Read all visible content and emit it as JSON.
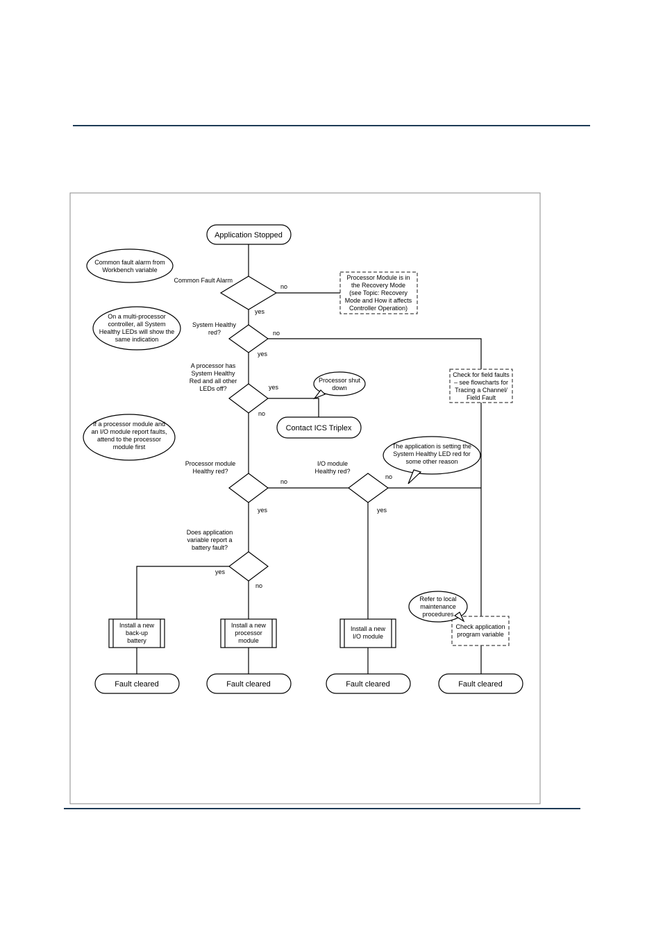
{
  "flowchart": {
    "terminals": {
      "start": "Application Stopped",
      "contact": "Contact ICS Triplex",
      "cleared": "Fault cleared"
    },
    "decisions": {
      "common_fault_alarm": "Common Fault Alarm",
      "system_healthy": [
        "System Healthy",
        "red?"
      ],
      "processor_led": [
        "A processor has",
        "System Healthy",
        "Red and all other",
        "LEDs off?"
      ],
      "processor_module": [
        "Processor module",
        "Healthy red?"
      ],
      "io_module": [
        "I/O module",
        "Healthy red?"
      ],
      "battery": [
        "Does application",
        "variable report a",
        "battery fault?"
      ]
    },
    "branch_labels": {
      "yes": "yes",
      "no": "no"
    },
    "processes": {
      "battery": [
        "Install a new",
        "back-up",
        "battery"
      ],
      "processor": [
        "Install a new",
        "processor",
        "module"
      ],
      "io": [
        "Install a new",
        "I/O module"
      ]
    },
    "dashed_boxes": {
      "recovery": [
        "Processor Module is in",
        "the Recovery Mode",
        "(see Topic: Recovery",
        "Mode and How it affects",
        "Controller Operation)"
      ],
      "field_faults": [
        "Check for field faults",
        "– see flowcharts for",
        "Tracing a Channel/",
        "Field Fault"
      ],
      "app_variable": [
        "Check application",
        "program variable"
      ]
    },
    "notes": {
      "common_fault": [
        "Common fault alarm from",
        "Workbench variable"
      ],
      "multi_processor": [
        "On a multi-processor",
        "controller, all System",
        "Healthy LEDs will show the",
        "same indication"
      ],
      "processor_shutdown": [
        "Processor shut",
        "down"
      ],
      "processor_first": [
        "If a processor module and",
        "an I/O module report faults,",
        "attend to the processor",
        "module first"
      ],
      "app_setting": [
        "The application is setting the",
        "System Healthy LED red for",
        "some other reason"
      ],
      "maintenance": [
        "Refer to local",
        "maintenance",
        "procedures"
      ]
    }
  }
}
